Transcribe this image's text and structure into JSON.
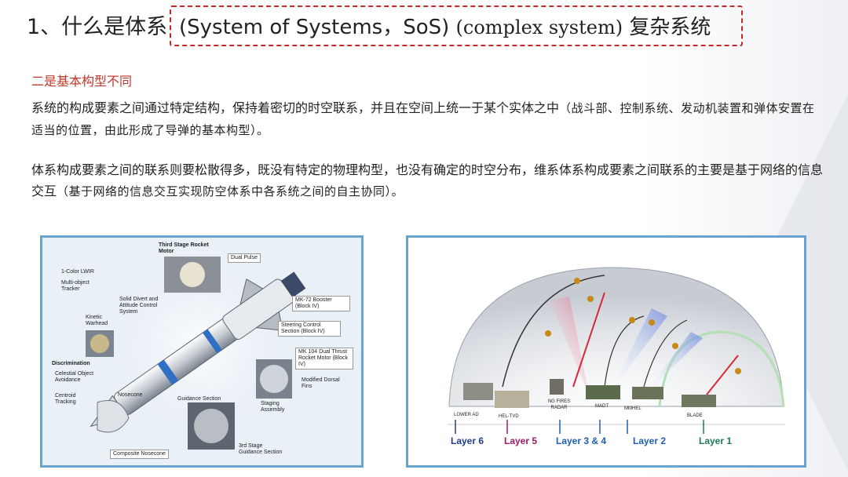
{
  "slide": {
    "title_number": "1、什么是体系",
    "title_sos": "(System of Systems，SoS)",
    "title_complex": "(complex system)",
    "title_tail": "复杂系统",
    "subheading": "二是基本构型不同",
    "para1_main": "系统的构成要素之间通过特定结构，保持着密切的时空联系，并且在空间上统一于某个实体之中",
    "para1_note": "（战斗部、控制系统、发动机装置和弹体安置在适当的位置，由此形成了导弹的基本构型）。",
    "para2_main": "体系构成要素之间的联系则要松散得多，既没有特定的物理构型，也没有确定的时空分布，维系体系构成要素之间联系的主要是基于网络的信息交互",
    "para2_note": "（基于网络的信息交互实现防空体系中各系统之间的自主协同）。"
  },
  "missile_figure": {
    "labels": {
      "third_stage": "Third Stage Rocket Motor",
      "dual_pulse": "Dual Pulse",
      "lwir": "1-Color LWIR",
      "multi_obj": "Multi-object Tracker",
      "divert": "Solid Divert and Attitude Control System",
      "kinetic": "Kinetic Warhead",
      "mk72": "MK-72 Booster (Block IV)",
      "steering": "Steering Control Section (Block IV)",
      "mk104": "MK 104 Dual Thrust Rocket Motor (Block IV)",
      "dorsal": "Modified Dorsal Fins",
      "discrimination": "Discrimination",
      "celestial": "Celestial Object Avoidance",
      "centroid": "Centroid Tracking",
      "nosecone": "Nosecone",
      "guidance": "Guidance Section",
      "staging": "Staging Assembly",
      "composite": "Composite Nosecone",
      "guidance3": "3rd Stage Guidance Section"
    }
  },
  "dome_figure": {
    "layers": [
      "Layer 6",
      "Layer 5",
      "Layer 3 & 4",
      "Layer 2",
      "Layer 1"
    ],
    "layer_colors": [
      "#1f3f8a",
      "#9c1b6a",
      "#1f5fb0",
      "#1f5fb0",
      "#1f7a55"
    ],
    "units": [
      "LOWER AD",
      "HEL-TVD",
      "NG FIRES RADAR",
      "MADT",
      "MMHEL",
      "BLADE"
    ]
  }
}
